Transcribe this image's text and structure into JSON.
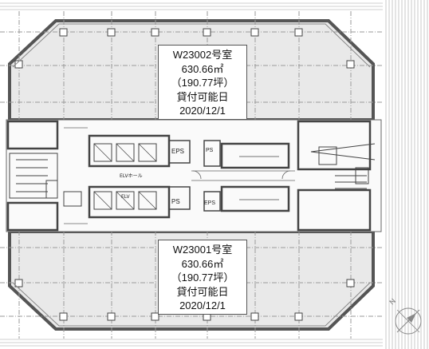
{
  "rooms": [
    {
      "id": "W23002",
      "name": "W23002号室",
      "area_m2": "630.66㎡",
      "area_tsubo": "（190.77坪）",
      "status": "貸付可能日",
      "date": "2020/12/1"
    },
    {
      "id": "W23001",
      "name": "W23001号室",
      "area_m2": "630.66㎡",
      "area_tsubo": "（190.77坪）",
      "status": "貸付可能日",
      "date": "2020/12/1"
    }
  ],
  "core_labels": {
    "eps_left": "EPS",
    "ps_left": "PS",
    "eps_right": "EPS",
    "ps_right": "PS",
    "elv_hall": "ELVホール",
    "elv": "ELV"
  },
  "colors": {
    "floor_fill": "#e9e9e9",
    "outline": "#555555",
    "grid": "#9a9a9a"
  },
  "compass": {
    "north_label": "N"
  }
}
